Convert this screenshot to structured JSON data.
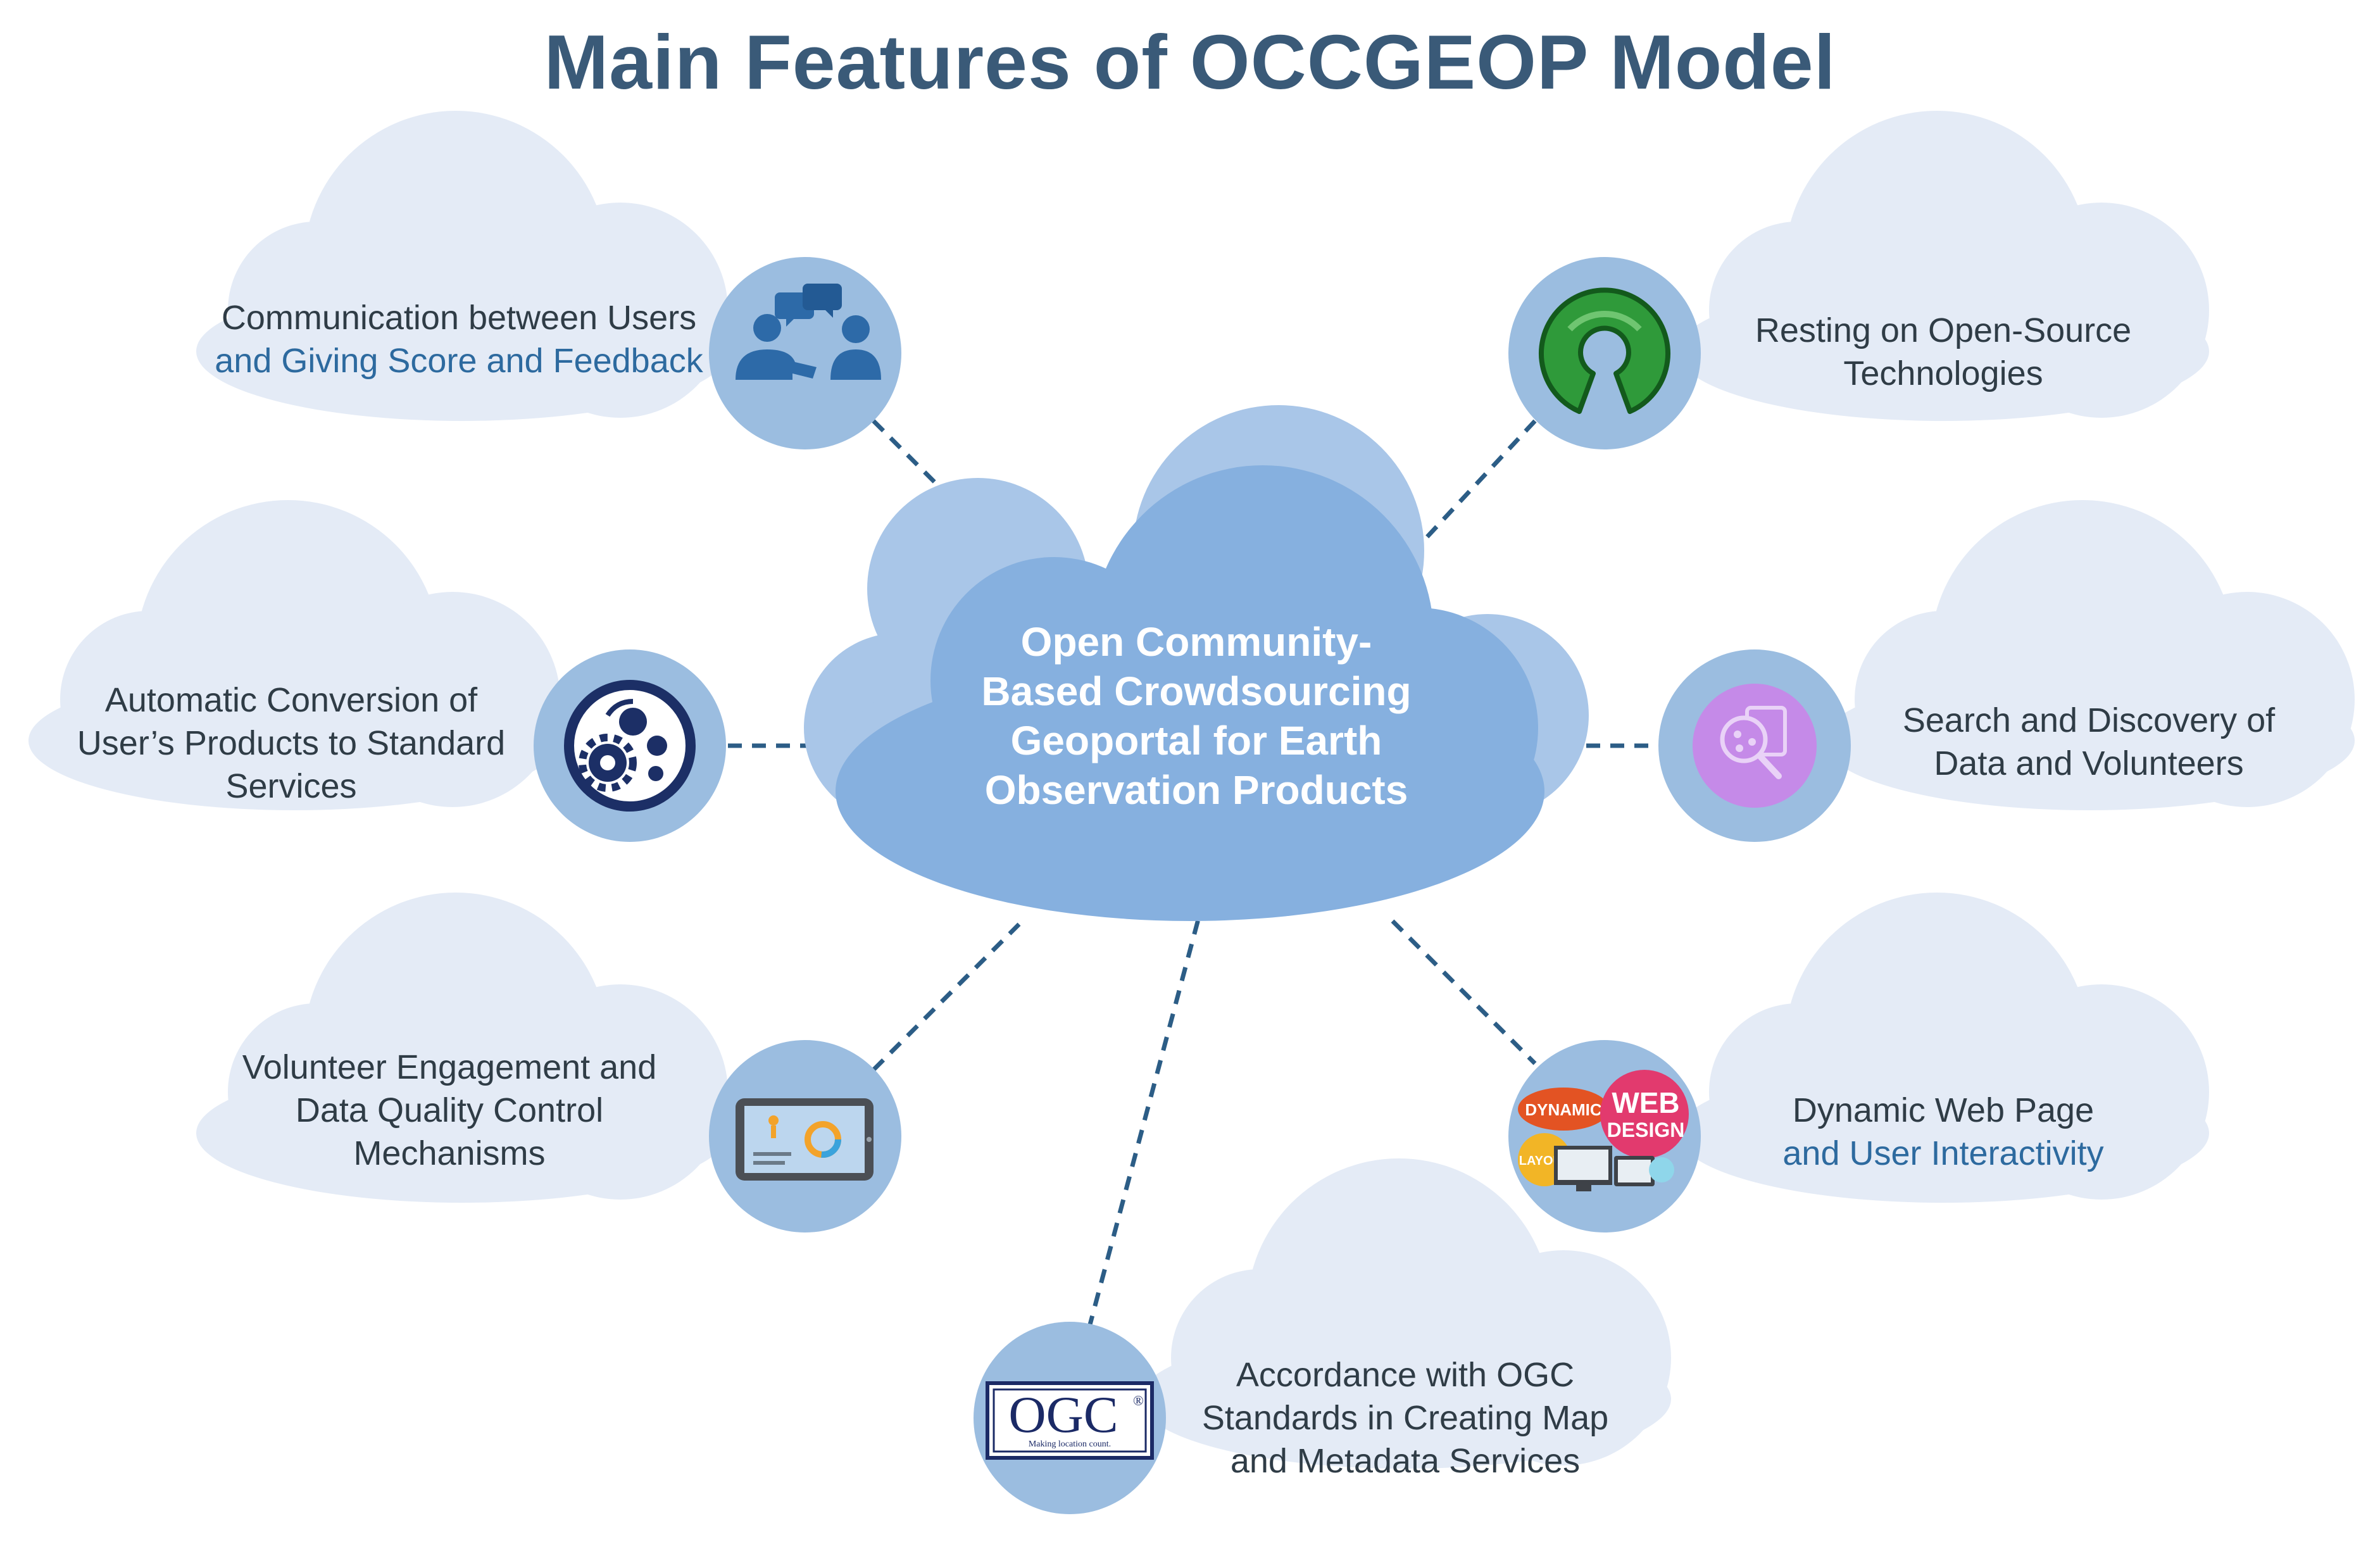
{
  "title": "Main Features of OCCGEOP Model",
  "center": {
    "lines": [
      "Open Community-",
      "Based Crowdsourcing",
      "Geoportal for Earth",
      "Observation Products"
    ]
  },
  "features": {
    "communication": {
      "lines": [
        "Communication between Users",
        "and Giving Score and Feedback"
      ],
      "icon": "users-chat-icon"
    },
    "conversion": {
      "lines": [
        "Automatic Conversion of",
        "User’s Products to Standard",
        "Services"
      ],
      "icon": "gears-conversion-icon"
    },
    "volunteer": {
      "lines": [
        "Volunteer Engagement and",
        "Data Quality Control",
        "Mechanisms"
      ],
      "icon": "tablet-dashboard-icon"
    },
    "ogc": {
      "lines": [
        "Accordance with OGC",
        "Standards in Creating Map",
        "and Metadata Services"
      ],
      "icon": "ogc-logo-icon",
      "logo_text": "OGC",
      "logo_reg": "®",
      "logo_tagline": "Making location count."
    },
    "opensource": {
      "lines": [
        "Resting on Open-Source",
        "Technologies"
      ],
      "icon": "open-source-icon"
    },
    "search": {
      "lines": [
        "Search and Discovery of",
        "Data and Volunteers"
      ],
      "icon": "search-discovery-icon"
    },
    "dynamic": {
      "lines": [
        "Dynamic Web Page",
        "and User Interactivity"
      ],
      "icon": "web-design-icon",
      "badge_dynamic": "DYNAMIC",
      "badge_web": "WEB",
      "badge_design": "DESIGN",
      "badge_layout": "LAYOUT"
    }
  },
  "colors": {
    "title": "#3a5a78",
    "outer_cloud": "#e4ebf6",
    "icon_circle": "#9bbde0",
    "center_cloud_back": "#a9c6e8",
    "center_cloud_front": "#86b0df",
    "connector": "#2c5d86",
    "accent_text": "#2d6a9f"
  }
}
